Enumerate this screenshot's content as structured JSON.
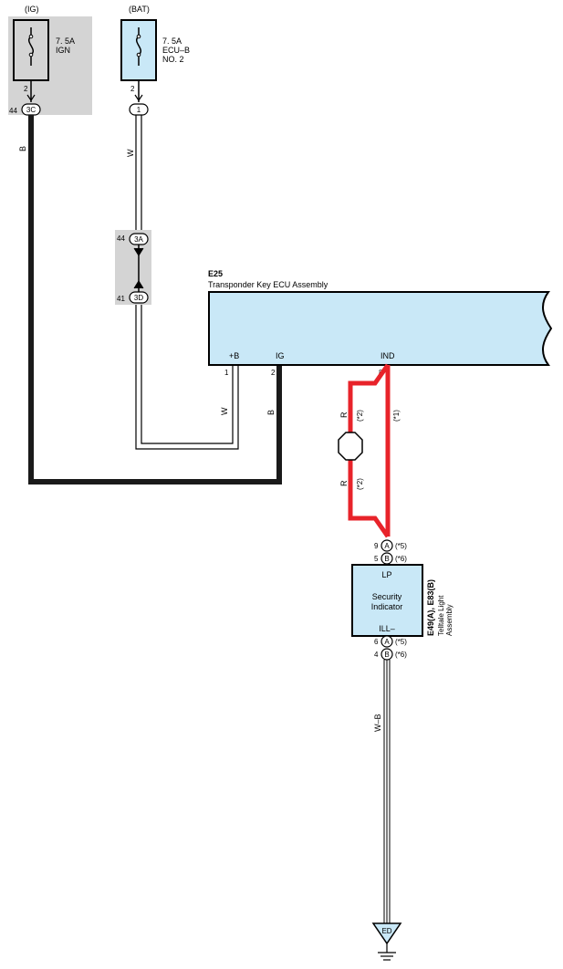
{
  "fuses": {
    "ig": {
      "header": "(IG)",
      "rating": "7. 5A",
      "name": "IGN",
      "pin": "2",
      "conn_pin": "44",
      "conn": "3C"
    },
    "bat": {
      "header": "(BAT)",
      "rating": "7. 5A",
      "name_line1": "ECU–B",
      "name_line2": "NO. 2",
      "pin": "2",
      "conn": "1"
    }
  },
  "junction": {
    "top_pin": "44",
    "top_conn": "3A",
    "bottom_pin": "41",
    "bottom_conn": "3D"
  },
  "ecu": {
    "id": "E25",
    "title": "Transponder Key ECU Assembly",
    "terminals": [
      {
        "label": "+B",
        "pin": "1"
      },
      {
        "label": "IG",
        "pin": "2"
      },
      {
        "label": "IND",
        "pin": "8"
      }
    ]
  },
  "wires": {
    "ig_color": "B",
    "bat_color": "W",
    "ecu_b_color": "W",
    "ecu_ig_color": "B",
    "ind_left_upper": "R",
    "ind_left_upper_note": "(*2)",
    "ind_right_note": "(*1)",
    "ind_left_lower": "R",
    "ind_left_lower_note": "(*2)",
    "ground_wire": "W–B"
  },
  "indicator": {
    "top_pin_a": "9",
    "top_conn_a": "A",
    "top_note_a": "(*5)",
    "top_pin_b": "5",
    "top_conn_b": "B",
    "top_note_b": "(*6)",
    "terminal_top": "LP",
    "name_line1": "Security",
    "name_line2": "Indicator",
    "terminal_bottom": "ILL–",
    "bot_pin_a": "6",
    "bot_conn_a": "A",
    "bot_note_a": "(*5)",
    "bot_pin_b": "4",
    "bot_conn_b": "B",
    "bot_note_b": "(*6)",
    "side_code": "E49(A), E83(B)",
    "side_name_line1": "Telltale Light",
    "side_name_line2": "Assembly"
  },
  "ground": {
    "label": "ED"
  },
  "colors": {
    "panel_gray": "#d4d4d4",
    "component_blue": "#c9e8f7",
    "red_wire": "#e8232a",
    "black_wire": "#1a1a1a"
  }
}
